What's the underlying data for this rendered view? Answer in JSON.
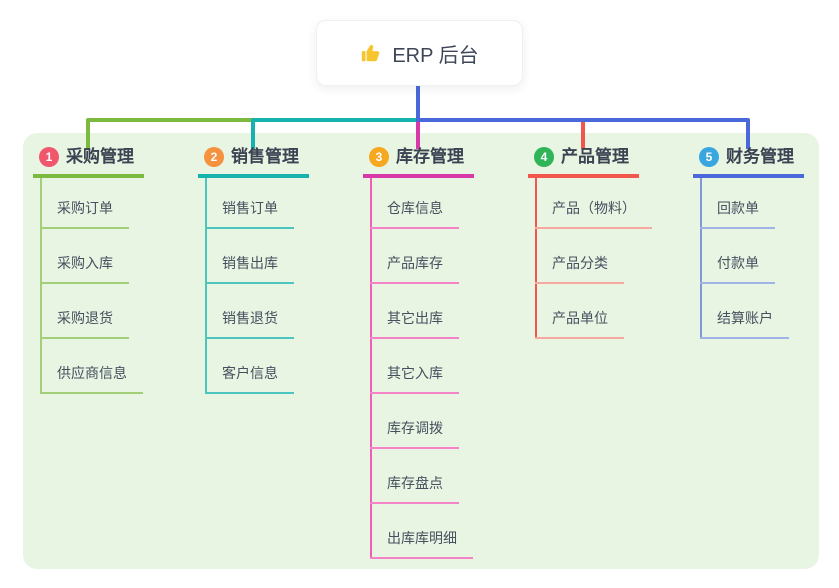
{
  "root": {
    "title": "ERP 后台",
    "icon": "thumbs-up-icon",
    "icon_color": "#F7C52D"
  },
  "canvas": {
    "background": "#FFFFFF",
    "panel_background": "#E9F5E3"
  },
  "branches": [
    {
      "index": "1",
      "title": "采购管理",
      "colors": {
        "main": "#7CB93F",
        "sub": "#A3CF78",
        "stem": "#A3CF78",
        "badge": "#F0566C"
      },
      "children": [
        "采购订单",
        "采购入库",
        "采购退货",
        "供应商信息"
      ]
    },
    {
      "index": "2",
      "title": "销售管理",
      "colors": {
        "main": "#16B3AE",
        "sub": "#4CC5BF",
        "stem": "#4CC5BF",
        "badge": "#F6913D"
      },
      "children": [
        "销售订单",
        "销售出库",
        "销售退货",
        "客户信息"
      ]
    },
    {
      "index": "3",
      "title": "库存管理",
      "colors": {
        "main": "#D838A8",
        "sub": "#F584C6",
        "stem": "#EF5FB6",
        "badge": "#F6A820"
      },
      "children": [
        "仓库信息",
        "产品库存",
        "其它出库",
        "其它入库",
        "库存调拨",
        "库存盘点",
        "出库库明细"
      ]
    },
    {
      "index": "4",
      "title": "产品管理",
      "colors": {
        "main": "#F2564D",
        "sub": "#F7A8A0",
        "stem": "#F2564D",
        "badge": "#2FB457"
      },
      "children": [
        "产品（物料）",
        "产品分类",
        "产品单位"
      ]
    },
    {
      "index": "5",
      "title": "财务管理",
      "colors": {
        "main": "#4A68D9",
        "sub": "#9FB3E4",
        "stem": "#8099D6",
        "badge": "#39A6DF"
      },
      "children": [
        "回款单",
        "付款单",
        "结算账户"
      ]
    }
  ]
}
